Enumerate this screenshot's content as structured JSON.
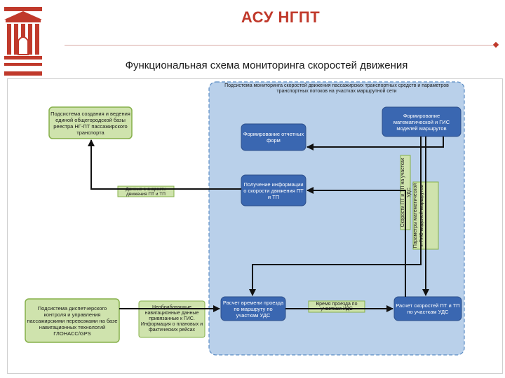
{
  "header": {
    "title": "АСУ НГПТ",
    "subtitle": "Функциональная схема мониторинга скоростей движения"
  },
  "diagram": {
    "container_label": "Подсистема мониторинга скоростей движения пассажирских транспортных средств и параметров транспортных потоков на участках маршрутной сети",
    "nodes": {
      "db_subsystem": "Подсистема создания и ведения единой общегородской базы реестра НГ-ПТ пассажирского транспорта",
      "dispatch_subsystem": "Подсистема диспетчерского контроля и управления пассажирскими перевозками на базе навигационных технологий ГЛОНАСС/GPS",
      "model_forming": "Формирование математической и ГИС моделей маршрутов",
      "report_forming": "Формирование отчетных форм",
      "speed_info": "Получение информации о скорости движения ПТ и ТП",
      "travel_time_calc": "Расчет времени проезда по маршруту по участкам УДС",
      "speed_calc": "Расчет скоростей ПТ и ТП по участкам УДС"
    },
    "labels": {
      "speed_data": "Данные о скорости движения ПТ и ТП",
      "raw_data": "Необработанные навигационные данные привязанные к ГИС. Информация о плановых и фактических рейсах",
      "travel_time": "Время проезда по участкам УДС",
      "speed_pt_tp": "Скорости ПТ и ТП на участках УДС",
      "model_params": "Параметры математической и ГИС моделей маршрутов"
    }
  },
  "colors": {
    "accent": "#c0392b",
    "container_fill": "#b9d0ea",
    "container_border": "#5b8cc4",
    "blue_box": "#3a67b1",
    "green_box": "#cfe3ad",
    "green_border": "#86b04a",
    "arrow": "#111111"
  }
}
